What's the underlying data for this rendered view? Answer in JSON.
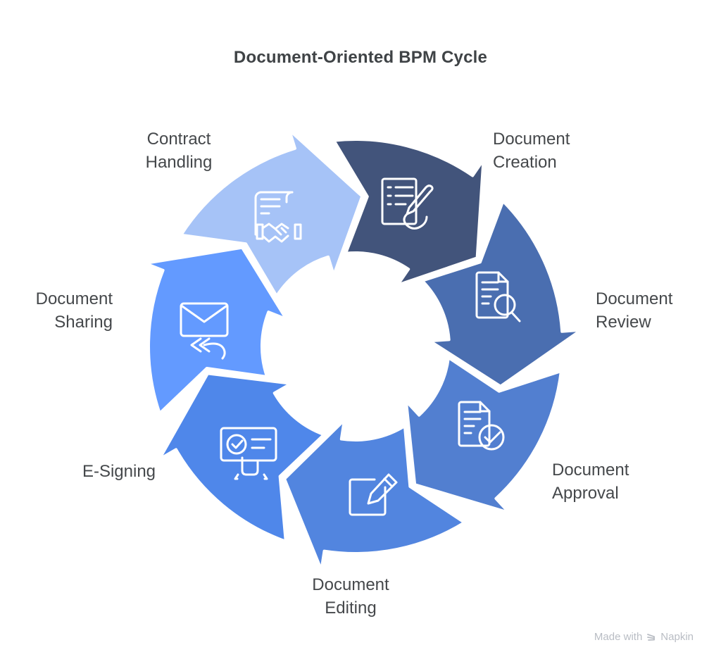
{
  "title": "Document-Oriented BPM Cycle",
  "title_color": "#3F4346",
  "diagram": {
    "type": "cycle",
    "direction": "clockwise",
    "label_color": "#45484B",
    "steps": [
      {
        "label": "Document\nCreation",
        "icon": "document-pen-icon",
        "color": "#42547B"
      },
      {
        "label": "Document\nReview",
        "icon": "document-magnifier-icon",
        "color": "#4A6EB0"
      },
      {
        "label": "Document\nApproval",
        "icon": "document-check-icon",
        "color": "#527FD0"
      },
      {
        "label": "Document\nEditing",
        "icon": "edit-square-pencil-icon",
        "color": "#5285DF"
      },
      {
        "label": "E-Signing",
        "icon": "esign-screen-hand-icon",
        "color": "#4F87EA"
      },
      {
        "label": "Document\nSharing",
        "icon": "envelope-reply-icon",
        "color": "#639AFF"
      },
      {
        "label": "Contract\nHandling",
        "icon": "contract-handshake-icon",
        "color": "#A6C3F7"
      }
    ]
  },
  "watermark": {
    "prefix": "Made with",
    "brand": "Napkin",
    "color": "#B9BDC4"
  }
}
